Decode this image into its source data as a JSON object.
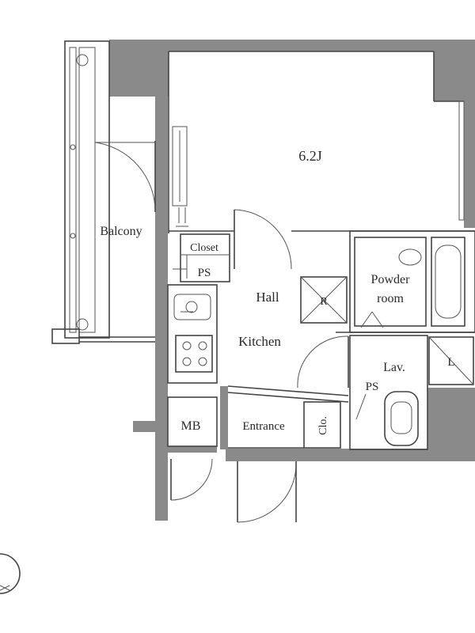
{
  "floorplan": {
    "rooms": {
      "main": "6.2J",
      "balcony": "Balcony",
      "closet": "Closet",
      "ps_closet": "PS",
      "hall": "Hall",
      "kitchen": "Kitchen",
      "powder_room_1": "Powder",
      "powder_room_2": "room",
      "lav": "Lav.",
      "ps_lav": "PS",
      "mb": "MB",
      "entrance": "Entrance",
      "clo": "Clo.",
      "laundry": "L",
      "hatch": "R"
    },
    "colors": {
      "wall": "#8a8a8a",
      "line": "#444444",
      "background": "#ffffff"
    },
    "compass_icon": "compass-icon"
  }
}
